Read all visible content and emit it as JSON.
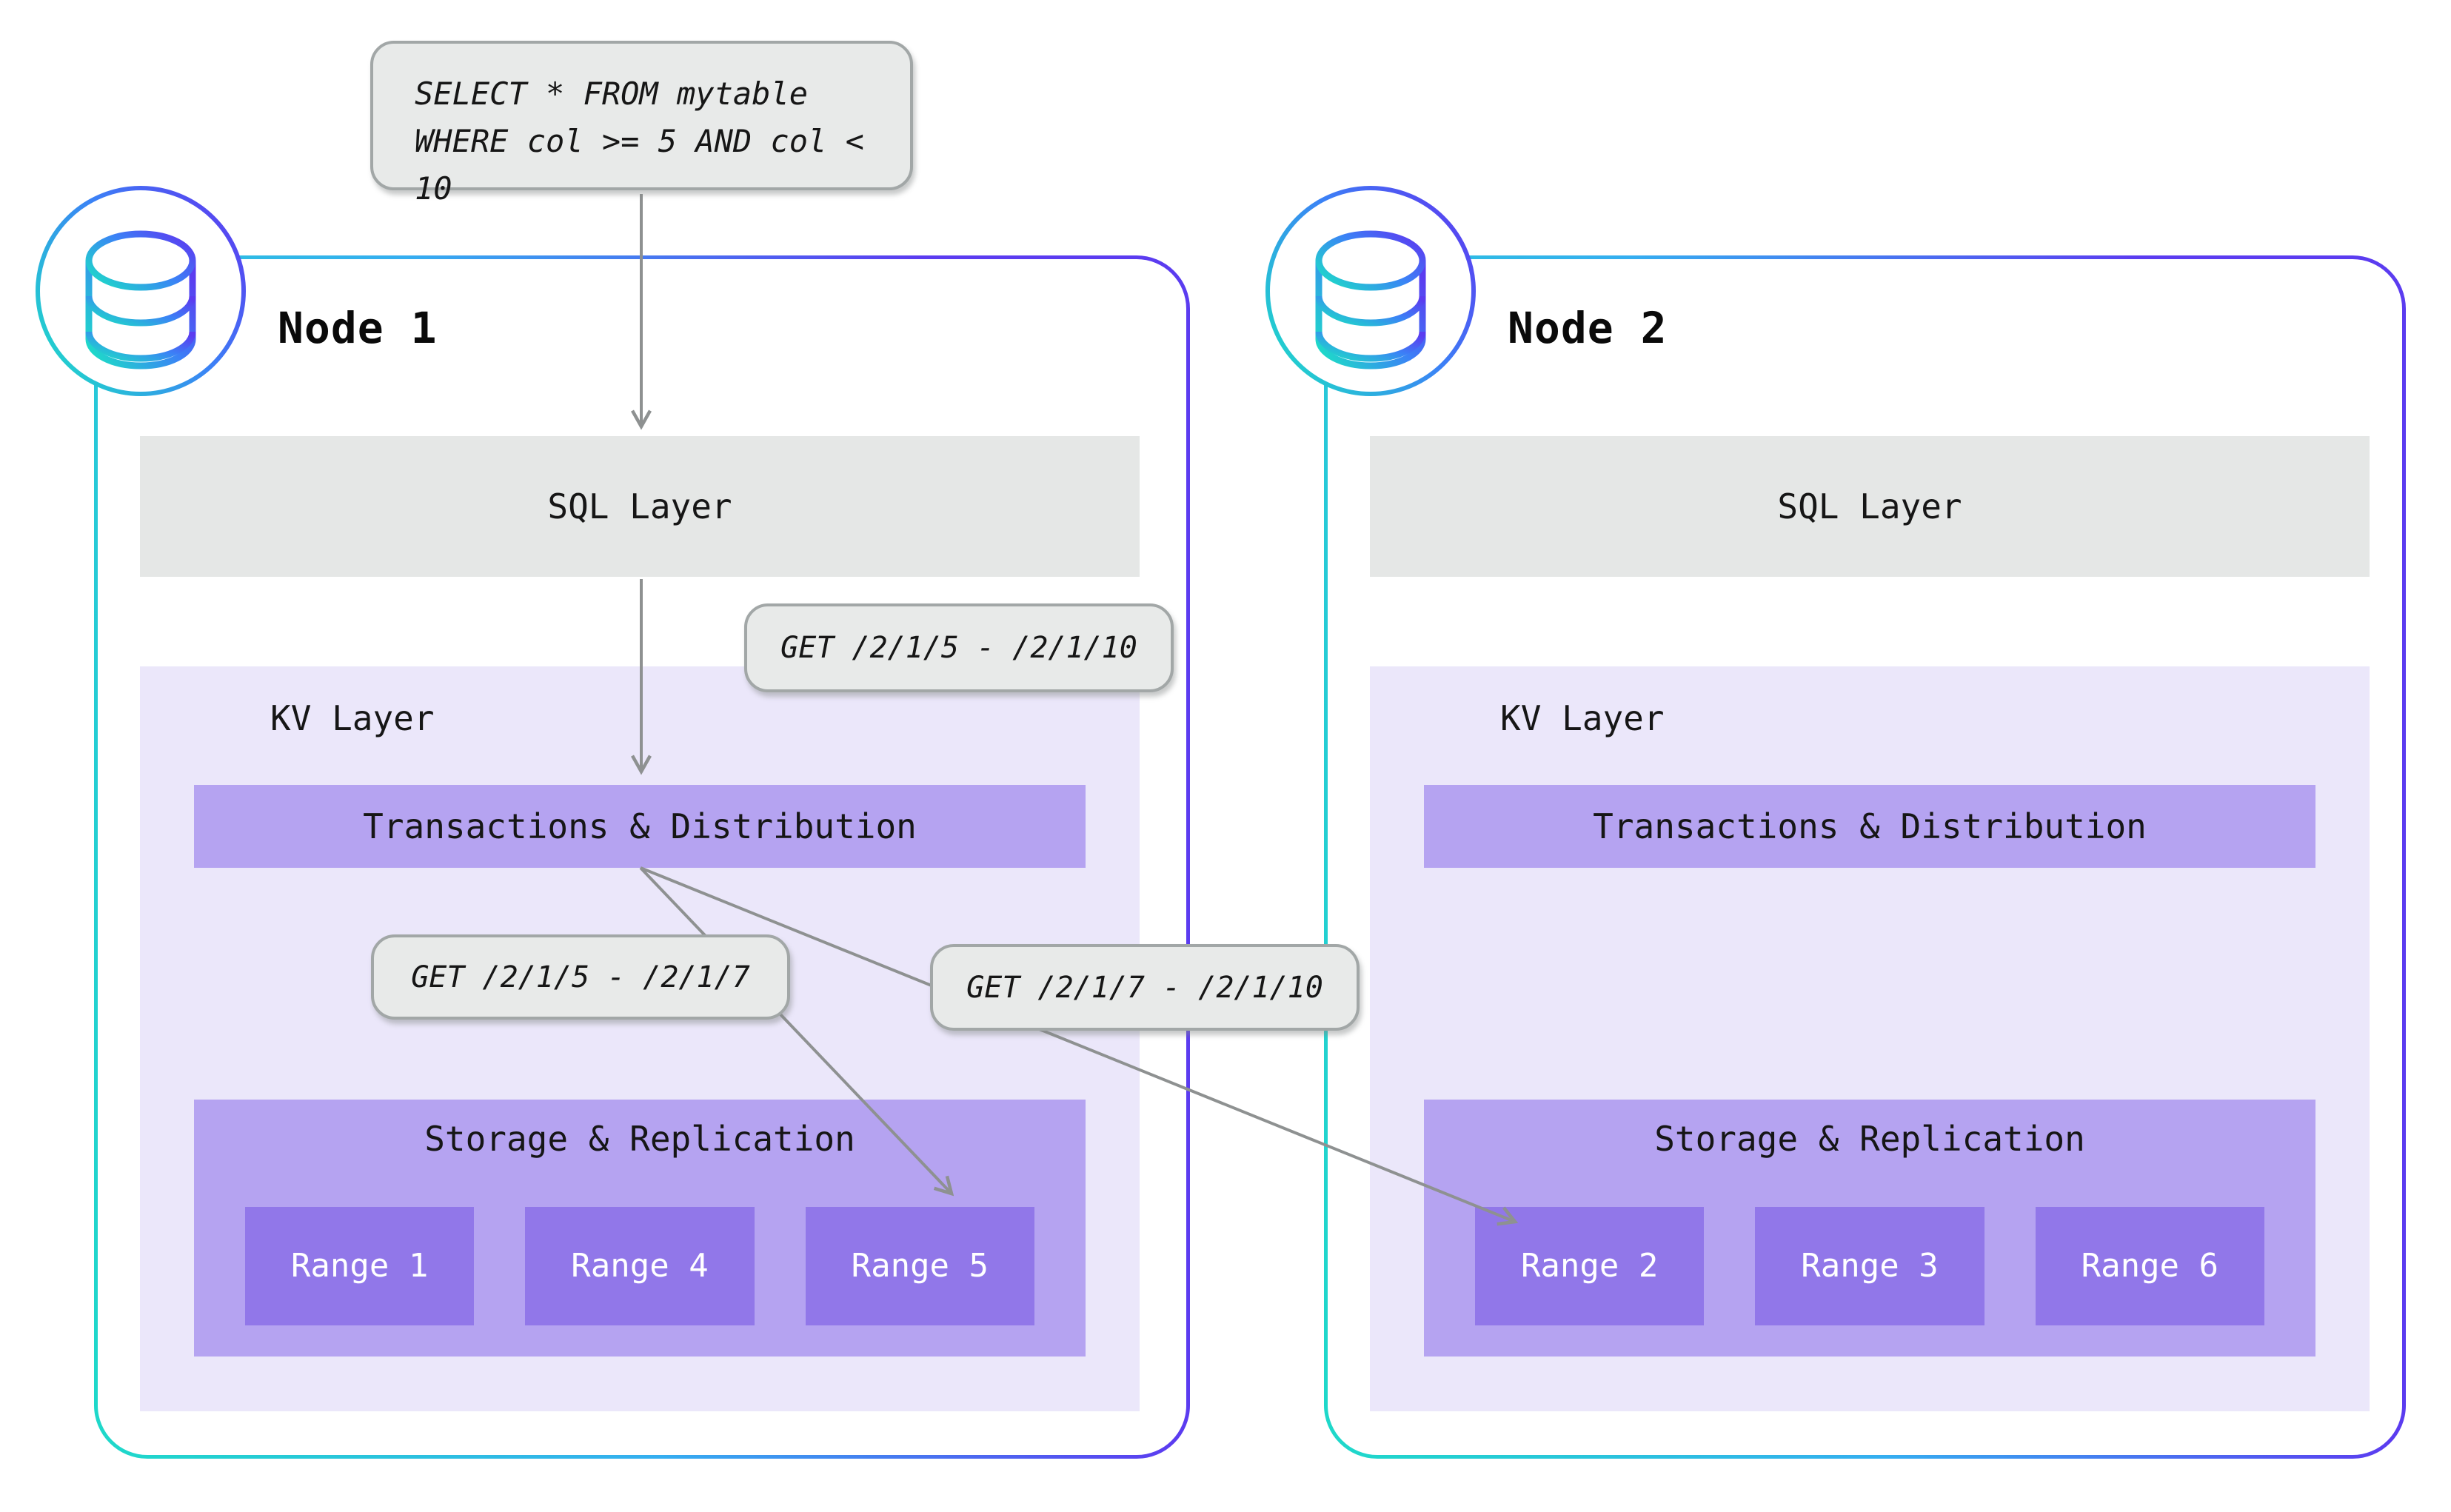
{
  "query_label": {
    "line1": "SELECT * FROM mytable",
    "line2": "WHERE col >= 5 AND col < 10"
  },
  "edge_labels": {
    "full_range": "GET /2/1/5 - /2/1/10",
    "left_split": "GET /2/1/5 - /2/1/7",
    "right_split": "GET /2/1/7 - /2/1/10"
  },
  "nodes": [
    {
      "title": "Node 1",
      "sql_layer": "SQL Layer",
      "kv_layer": "KV Layer",
      "transactions": "Transactions & Distribution",
      "storage": "Storage & Replication",
      "ranges": [
        "Range 1",
        "Range 4",
        "Range 5"
      ]
    },
    {
      "title": "Node 2",
      "sql_layer": "SQL Layer",
      "kv_layer": "KV Layer",
      "transactions": "Transactions & Distribution",
      "storage": "Storage & Replication",
      "ranges": [
        "Range 2",
        "Range 3",
        "Range 6"
      ]
    }
  ],
  "icons": [
    {
      "name": "database-icon",
      "meaning": "database node badge"
    }
  ],
  "colors": {
    "gradient_teal": "#1ed9c9",
    "gradient_blue": "#35aef0",
    "gradient_purple": "#5b3cf0",
    "layer_gray": "#e5e7e6",
    "kv_lavender": "#ebe7fa",
    "box_purple": "#b5a3f1",
    "range_purple": "#9177e9",
    "label_gray_fill": "#e8eae9",
    "label_gray_border": "#a2a7a7",
    "arrow_gray": "#8e9191",
    "text_dark": "#161616",
    "range_text": "#ffffff"
  }
}
